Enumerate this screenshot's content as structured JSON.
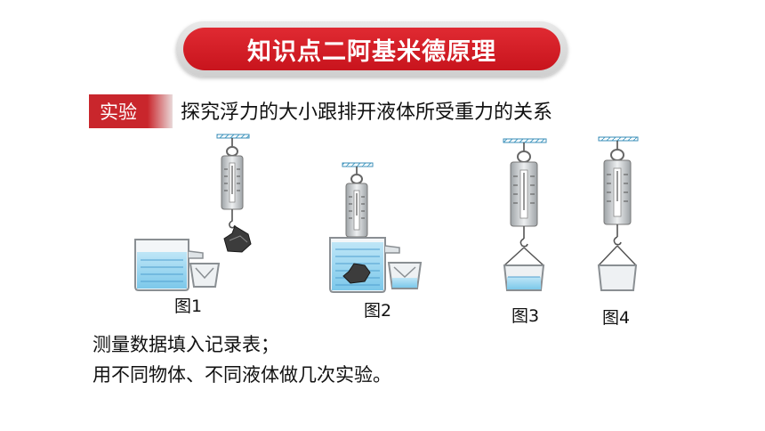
{
  "header": {
    "title": "知识点二阿基米德原理"
  },
  "experiment": {
    "label": "实验",
    "subtitle": "探究浮力的大小跟排开液体所受重力的关系"
  },
  "figures": [
    {
      "label": "图1"
    },
    {
      "label": "图2"
    },
    {
      "label": "图3"
    },
    {
      "label": "图4"
    }
  ],
  "notes": [
    "测量数据填入记录表；",
    "用不同物体、不同液体做几次实验。"
  ]
}
